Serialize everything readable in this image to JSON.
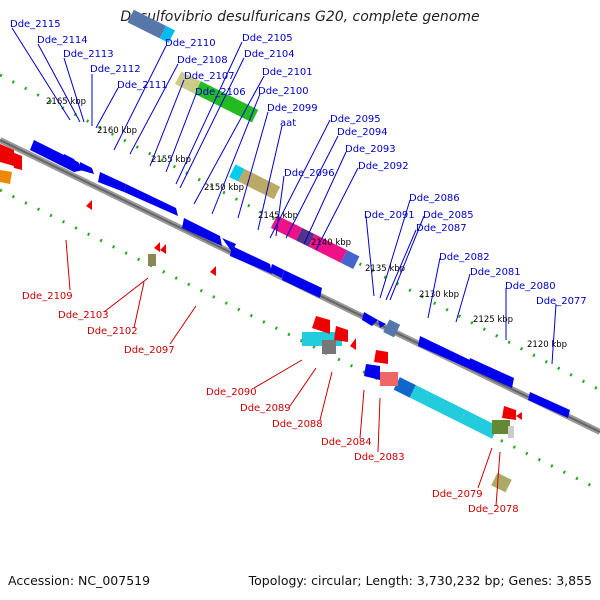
{
  "title": "Desulfovibrio desulfuricans G20, complete genome",
  "accession": "Accession: NC_007519",
  "summary": "Topology: circular; Length: 3,730,232 bp; Genes: 3,855",
  "scale_labels": [
    "2165 kbp",
    "2160 kbp",
    "2155 kbp",
    "2150 kbp",
    "2145 kbp",
    "2140 kbp",
    "2135 kbp",
    "2130 kbp",
    "2125 kbp",
    "2120 kbp"
  ],
  "top_gene_labels": [
    "Dde_2115",
    "Dde_2114",
    "Dde_2113",
    "Dde_2112",
    "Dde_2111",
    "Dde_2110",
    "Dde_2108",
    "Dde_2107",
    "Dde_2106",
    "Dde_2105",
    "Dde_2104",
    "Dde_2101",
    "Dde_2100",
    "Dde_2099",
    "aat",
    "Dde_2095",
    "Dde_2094",
    "Dde_2093",
    "Dde_2096",
    "Dde_2092",
    "Dde_2091",
    "Dde_2086",
    "Dde_2085",
    "Dde_2087",
    "Dde_2082",
    "Dde_2081",
    "Dde_2080",
    "Dde_2077"
  ],
  "bottom_gene_labels": [
    "Dde_2109",
    "Dde_2103",
    "Dde_2102",
    "Dde_2097",
    "Dde_2090",
    "Dde_2089",
    "Dde_2088",
    "Dde_2084",
    "Dde_2083",
    "Dde_2079",
    "Dde_2078"
  ],
  "colors": {
    "forward_strand": "#0000ee",
    "reverse_strand": "#ee0000",
    "top_label": "#0000cc",
    "bottom_label": "#cc0000",
    "backbone": "#888888",
    "scale_ticks": "#008800"
  }
}
